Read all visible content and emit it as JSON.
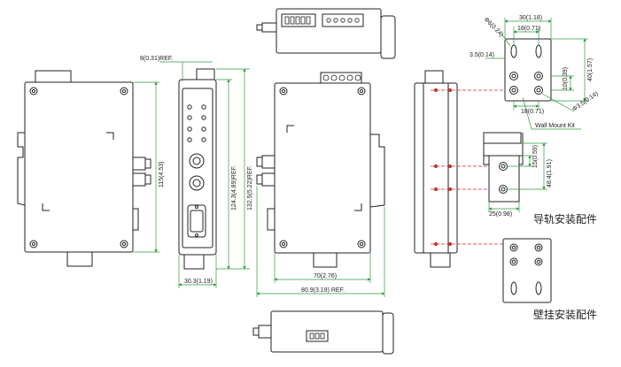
{
  "dimensions": {
    "ref_top": "8(0.31)REF.",
    "height_115": "115(4.53)",
    "height_124": "124.3(4.89)REF.",
    "height_132": "132.5(5.22)REF.",
    "width_30": "30.3(1.19)",
    "width_70": "70(2.76)",
    "width_80": "80.9(3.19) REF.",
    "wall_30": "30(1.18)",
    "wall_18_top": "18(0.71)",
    "wall_dia6": "Φ6(0.24)",
    "wall_3_5": "3.5(0.14)",
    "wall_10": "10(0.39)",
    "wall_40": "40(1.57)",
    "wall_18_bottom": "18(0.71)",
    "wall_dia3_5": "Φ3.5(0.14)",
    "rail_15": "15(0.59)",
    "rail_48": "48.4(1.91)",
    "rail_25": "25(0.98)"
  },
  "labels": {
    "wall_mount_kit": "Wall Mount Kit",
    "din_rail_kit": "导轨安装配件",
    "wall_hang_kit": "壁挂安装配件"
  },
  "colors": {
    "line": "#222222",
    "dim_line": "#2e9a3e",
    "center_line": "#d8262b",
    "body_fill": "#ffffff"
  }
}
